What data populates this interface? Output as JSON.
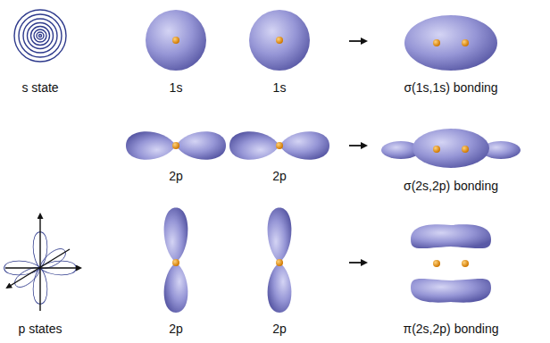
{
  "diagram": {
    "labels": [
      "s state",
      "1s",
      "1s",
      "σ(1s,1s) bonding",
      "2p",
      "2p",
      "σ(2s,2p) bonding",
      "p states",
      "2p",
      "2p",
      "π(2s,2p) bonding"
    ]
  }
}
